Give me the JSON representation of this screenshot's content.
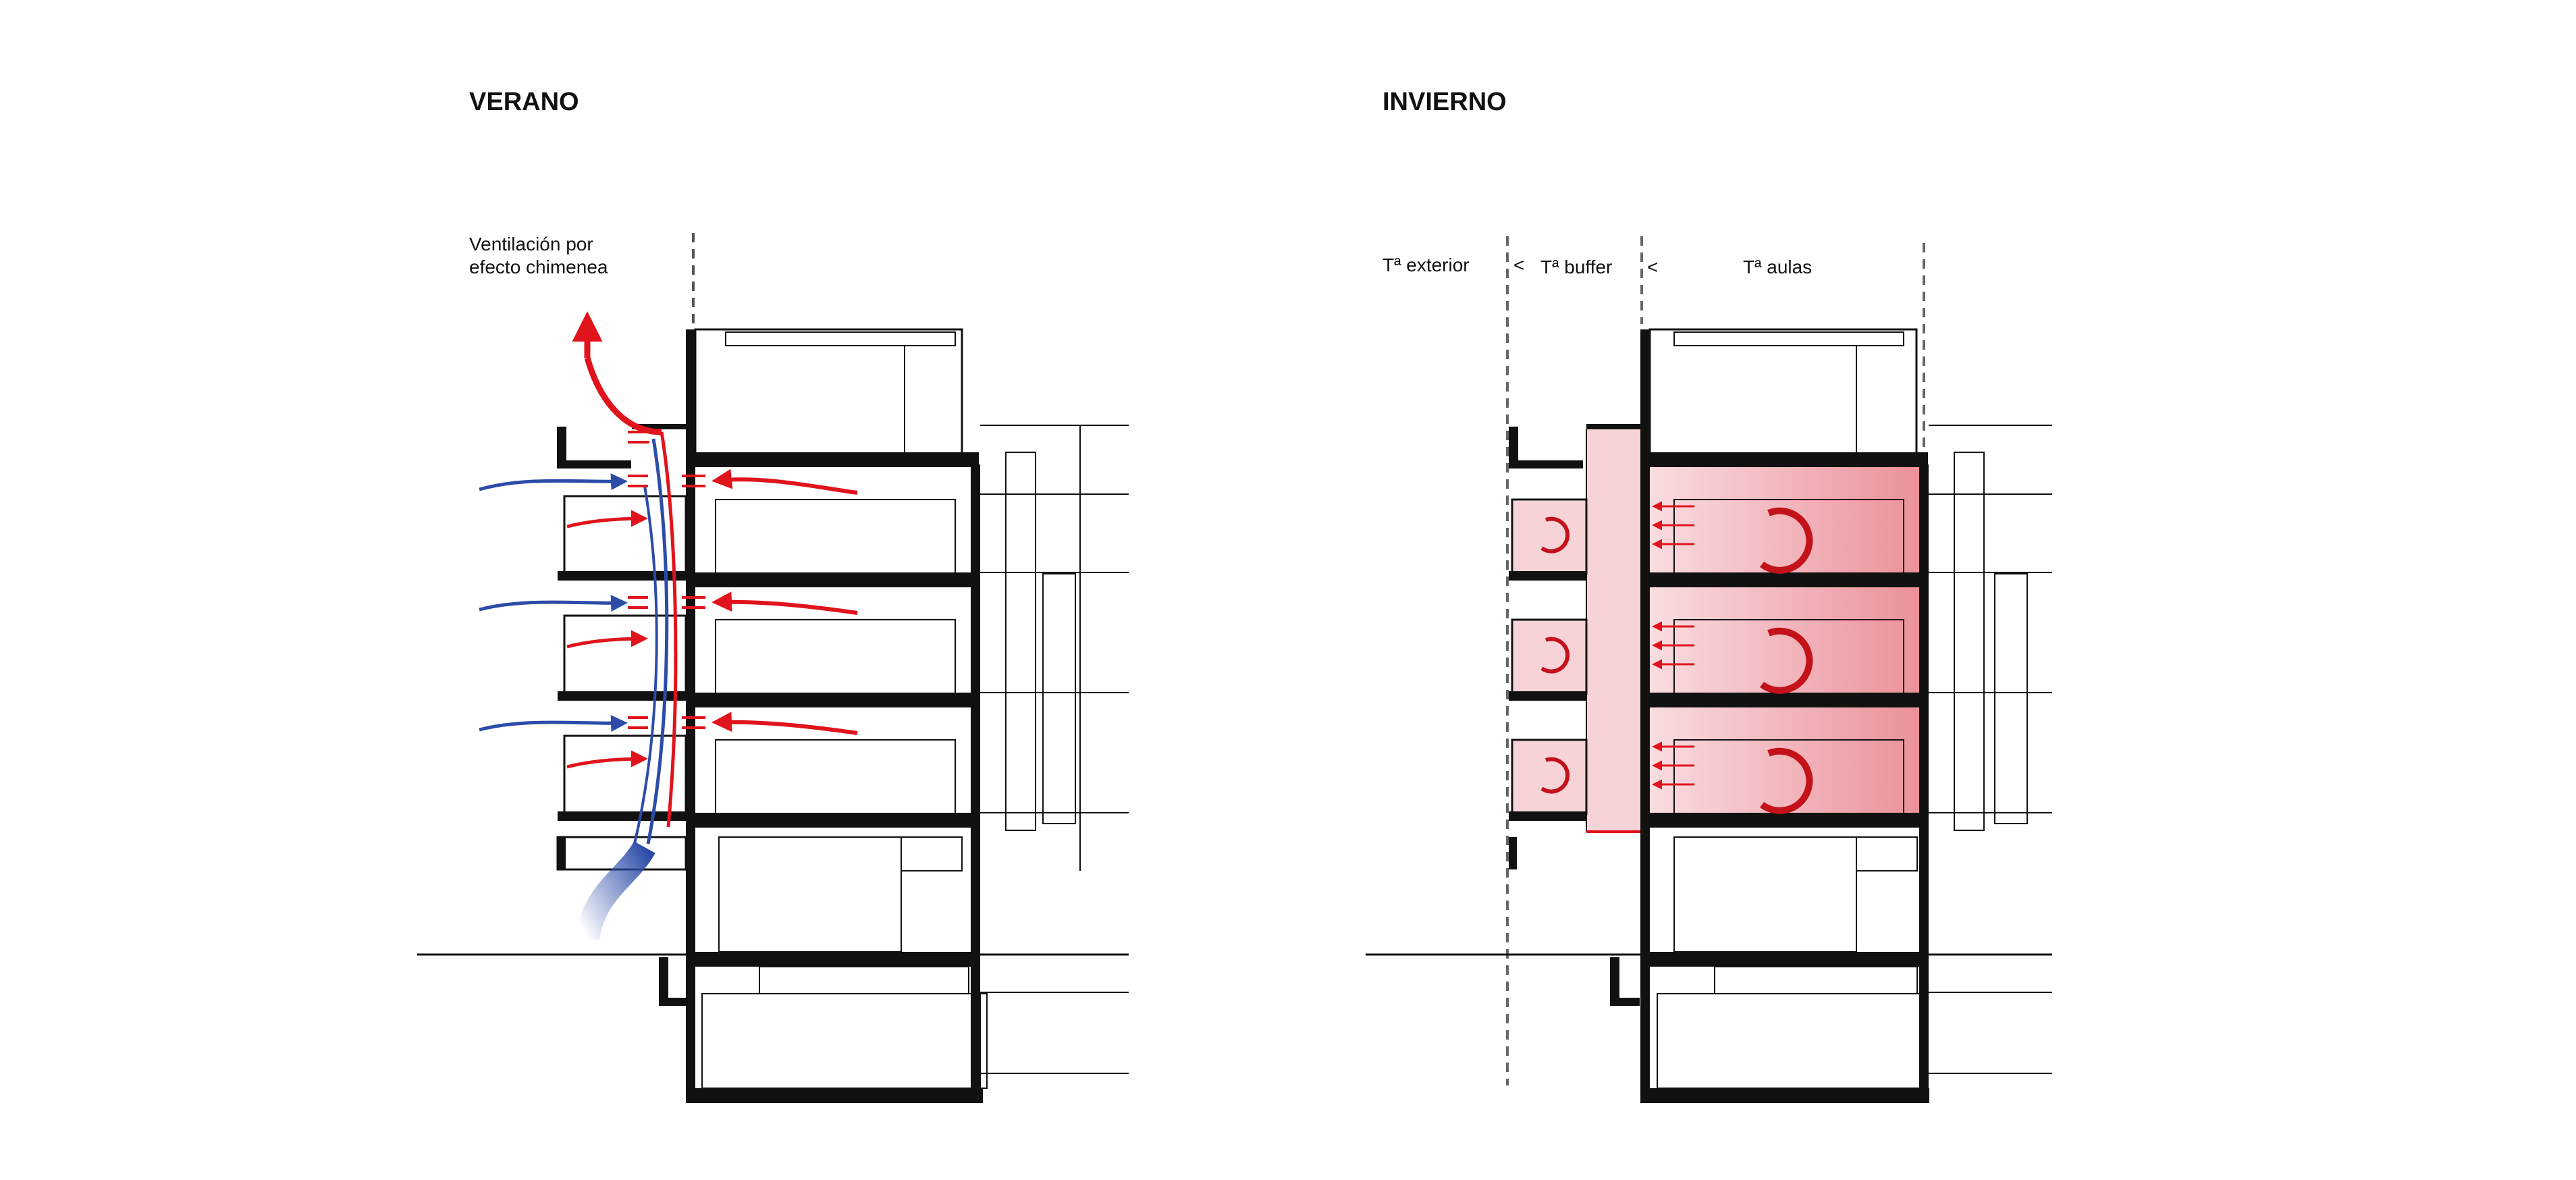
{
  "summer": {
    "title": "VERANO",
    "annotation_line1": "Ventilación por",
    "annotation_line2": "efecto chimenea"
  },
  "winter": {
    "title": "INVIERNO",
    "label_exterior": "Tª exterior",
    "sep1": "<",
    "label_buffer": "Tª buffer",
    "sep2": "<",
    "label_aulas": "Tª aulas"
  },
  "colors": {
    "warm_air": "#e0141c",
    "cool_air": "#2c4ca8",
    "line": "#111111",
    "buffer_fill": "#f7d3d7",
    "room_fill": "#ee9aa3"
  },
  "icons": {
    "warm_arrow": "red-airflow-arrow-icon",
    "cool_arrow": "blue-airflow-arrow-icon",
    "circulation": "circular-airflow-icon"
  }
}
